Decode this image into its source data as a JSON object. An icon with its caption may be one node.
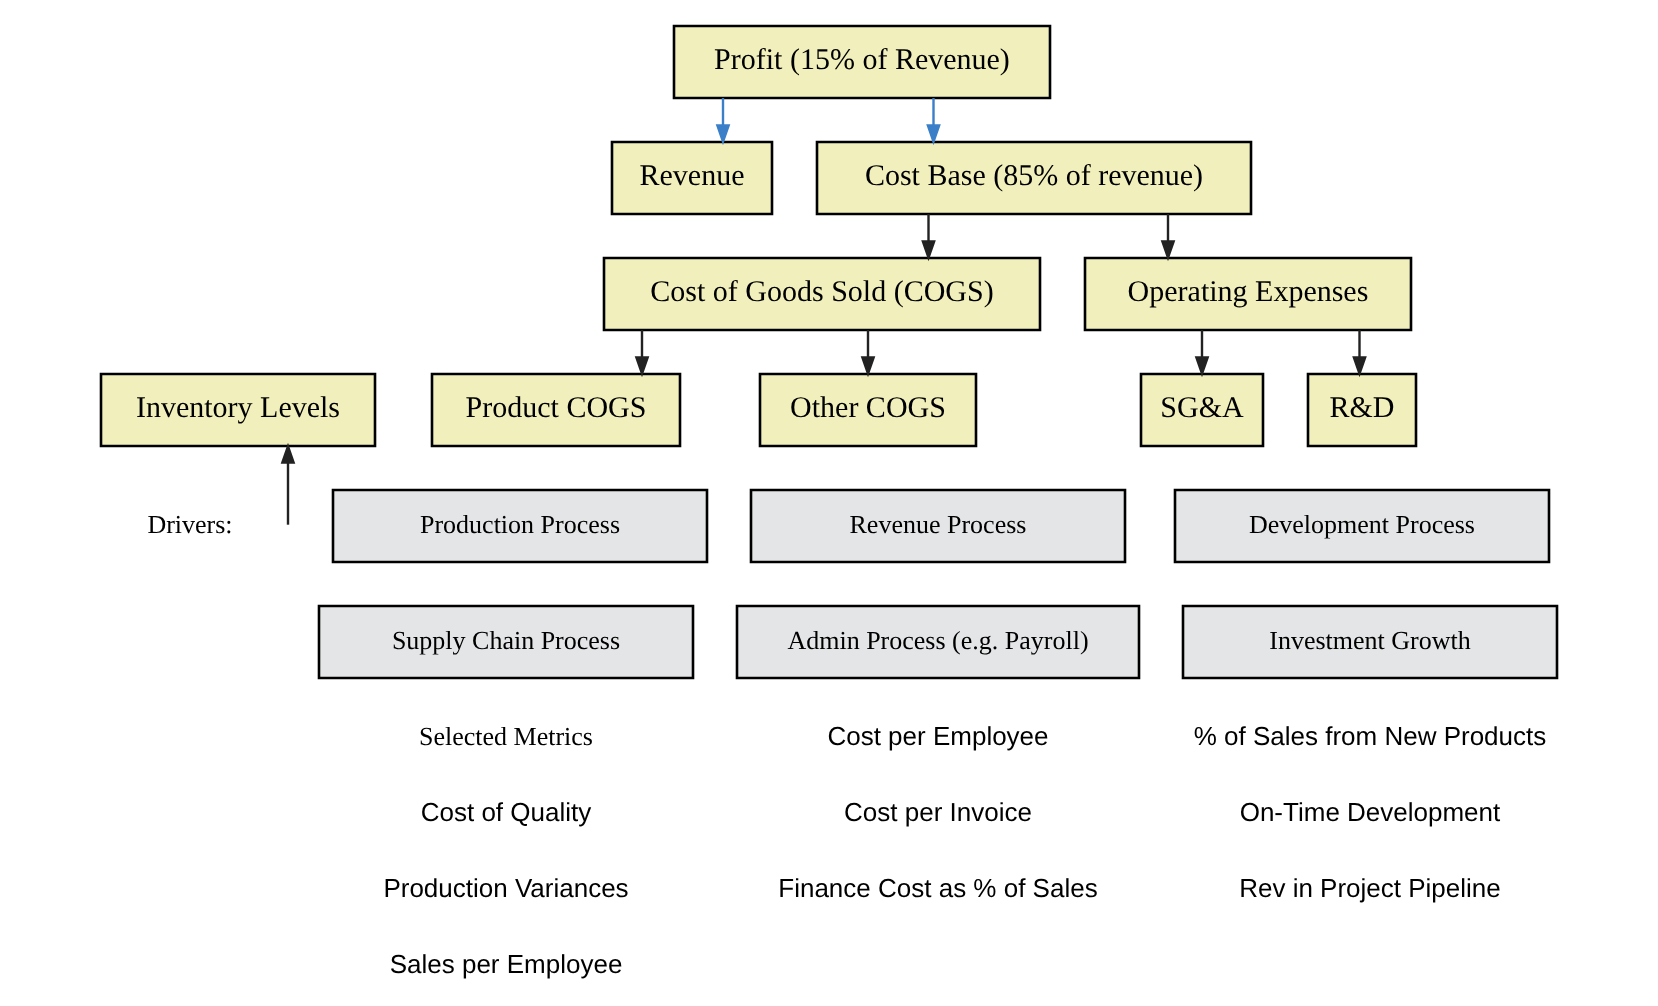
{
  "diagram": {
    "nodes": [
      {
        "text": [
          "Profit (15% of Revenue)"
        ]
      },
      {
        "text": [
          "Revenue"
        ]
      },
      {
        "text": [
          "Cost Base (85% of revenue)"
        ]
      },
      {
        "text": [
          "Cost of Goods Sold (COGS)"
        ]
      },
      {
        "text": [
          "Operating Expenses"
        ]
      },
      {
        "text": [
          "Inventory Levels"
        ]
      },
      {
        "text": [
          "Product COGS"
        ]
      },
      {
        "text": [
          "Other COGS"
        ]
      },
      {
        "text": [
          "SG&A"
        ]
      },
      {
        "text": [
          "R&D"
        ]
      },
      {
        "text": [
          "Production Process"
        ]
      },
      {
        "text": [
          "Supply Chain Process"
        ]
      },
      {
        "text": [
          "Revenue Process"
        ]
      },
      {
        "text": [
          "Admin Process (e.g. Payroll)"
        ]
      },
      {
        "text": [
          "Development Process"
        ]
      },
      {
        "text": [
          "Investment Growth"
        ]
      }
    ],
    "edges": [
      {
        "from": 0,
        "to": 1,
        "arrow": "to",
        "color": "#3a7fc8"
      },
      {
        "from": 0,
        "to": 2,
        "arrow": "to",
        "color": "#3a7fc8"
      },
      {
        "from": 2,
        "to": 3,
        "arrow": "to"
      },
      {
        "from": 2,
        "to": 4,
        "arrow": "to"
      },
      {
        "from": 3,
        "to": 6,
        "arrow": "to"
      },
      {
        "from": 3,
        "to": 7,
        "arrow": "to"
      },
      {
        "from": 4,
        "to": 8,
        "arrow": "to"
      },
      {
        "from": 4,
        "to": 9,
        "arrow": "to"
      },
      {
        "from": null,
        "to": 5,
        "arrow": "to"
      }
    ],
    "labels": [
      "Drivers:",
      "Selected Metrics",
      "Cost of Quality",
      "Production Variances",
      "Sales per Employee",
      "Cost per Employee",
      "Cost per Invoice",
      "Finance Cost as % of Sales",
      "% of Sales from New Products",
      "On-Time Development",
      "Rev in Project Pipeline"
    ]
  }
}
